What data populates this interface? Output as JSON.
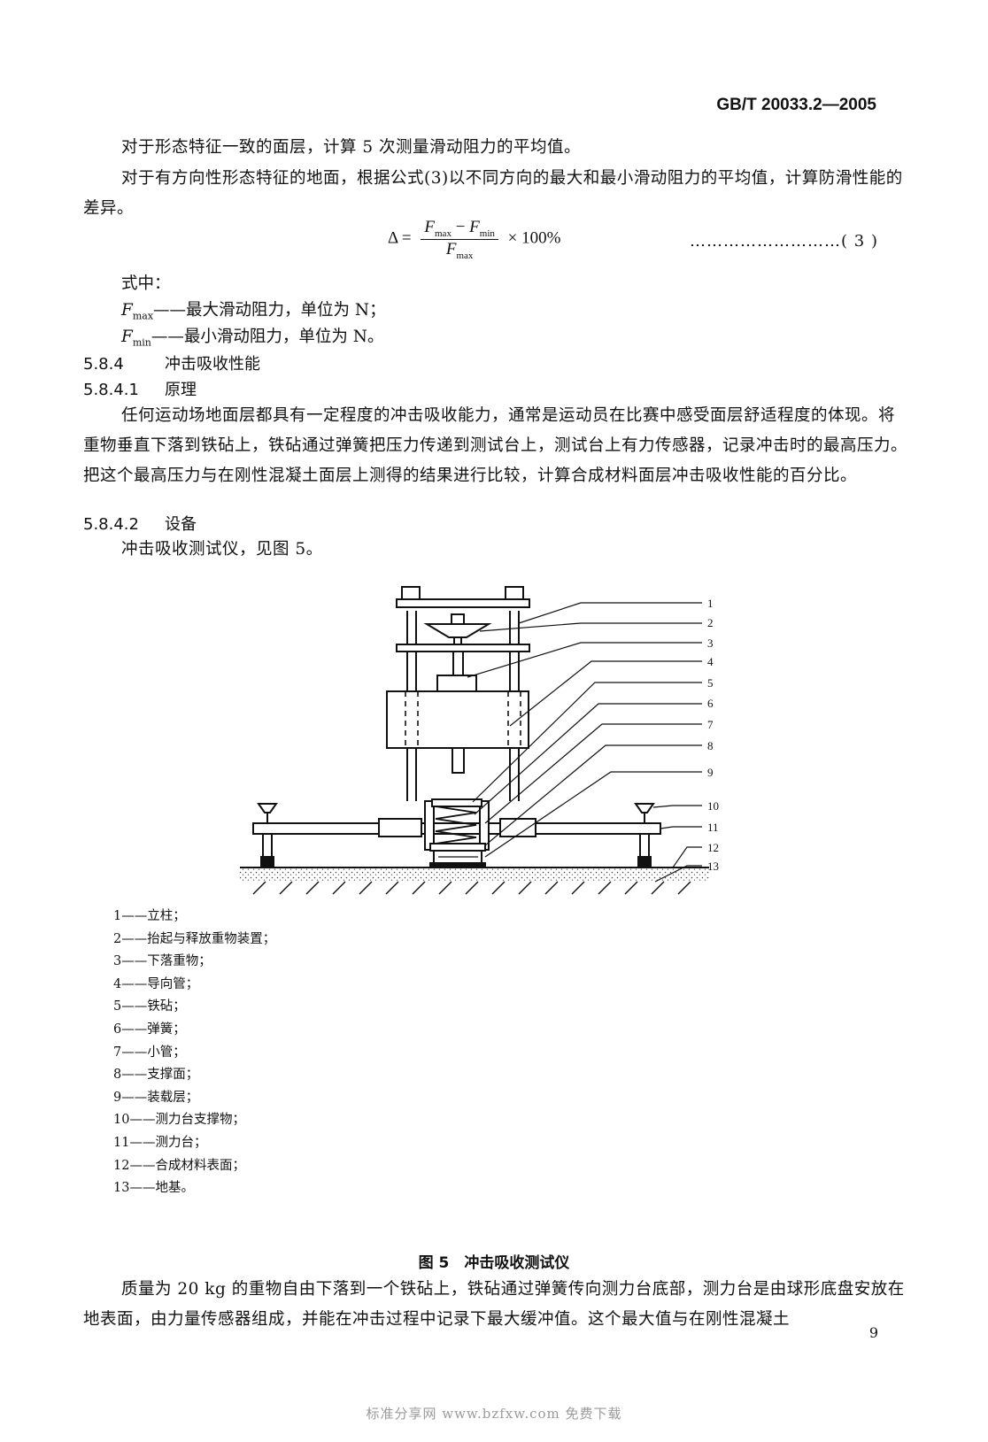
{
  "header": {
    "standard_code": "GB/T 20033.2—2005"
  },
  "paragraphs": {
    "p1": "对于形态特征一致的面层，计算 5 次测量滑动阻力的平均值。",
    "p2": "对于有方向性形态特征的地面，根据公式(3)以不同方向的最大和最小滑动阻力的平均值，计算防滑性能的差异。"
  },
  "formula": {
    "lhs": "Δ =",
    "numerator_f1": "F",
    "numerator_f1_sub": "max",
    "numerator_minus": " − ",
    "numerator_f2": "F",
    "numerator_f2_sub": "min",
    "denominator_f": "F",
    "denominator_sub": "max",
    "tail": "× 100%",
    "number": "………………………( 3 )"
  },
  "definitions": {
    "intro": "式中：",
    "items": [
      {
        "symbol": "F",
        "sub": "max",
        "text": "——最大滑动阻力，单位为 N；"
      },
      {
        "symbol": "F",
        "sub": "min",
        "text": "——最小滑动阻力，单位为 N。"
      }
    ]
  },
  "sections": {
    "s584": {
      "number": "5.8.4",
      "title": "冲击吸收性能"
    },
    "s5841": {
      "number": "5.8.4.1",
      "title": "原理"
    },
    "principle": "任何运动场地面层都具有一定程度的冲击吸收能力，通常是运动员在比赛中感受面层舒适程度的体现。将重物垂直下落到铁砧上，铁砧通过弹簧把压力传递到测试台上，测试台上有力传感器，记录冲击时的最高压力。把这个最高压力与在刚性混凝土面层上测得的结果进行比较，计算合成材料面层冲击吸收性能的百分比。",
    "s5842": {
      "number": "5.8.4.2",
      "title": "设备"
    },
    "equipment": "冲击吸收测试仪，见图 5。"
  },
  "figure": {
    "callouts": [
      "1",
      "2",
      "3",
      "4",
      "5",
      "6",
      "7",
      "8",
      "9",
      "10",
      "11",
      "12",
      "13"
    ],
    "legend": [
      "1——立柱；",
      "2——抬起与释放重物装置；",
      "3——下落重物；",
      "4——导向管；",
      "5——铁砧；",
      "6——弹簧；",
      "7——小管；",
      "8——支撑面；",
      "9——装载层；",
      "10——测力台支撑物；",
      "11——测力台；",
      "12——合成材料表面；",
      "13——地基。"
    ],
    "caption": "图 5　冲击吸收测试仪"
  },
  "closing": "质量为 20 kg 的重物自由下落到一个铁砧上，铁砧通过弹簧传向测力台底部，测力台是由球形底盘安放在地表面，由力量传感器组成，并能在冲击过程中记录下最大缓冲值。这个最大值与在刚性混凝土",
  "page_number": "9",
  "watermark": "标准分享网 www.bzfxw.com 免费下载"
}
